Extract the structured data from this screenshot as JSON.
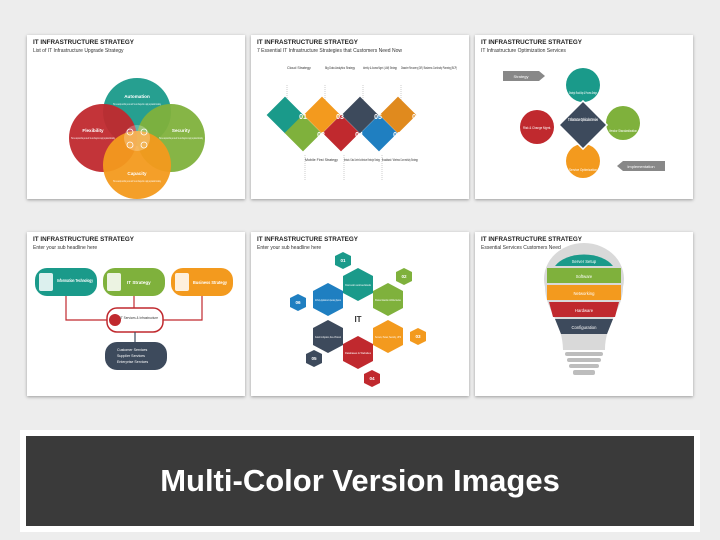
{
  "slides": [
    {
      "title": "IT INFRASTRUCTURE STRATEGY",
      "subtitle": "List of IT Infrastructure Upgrade Strategy",
      "circles": [
        {
          "label": "Automation",
          "text": "This is a sample text that you can edit. You can change font or apply any desired formatting.",
          "color": "#1a9a8a"
        },
        {
          "label": "Flexibility",
          "text": "This is a sample text that you can edit. You can change font or apply any desired formatting.",
          "color": "#c0292e"
        },
        {
          "label": "Security",
          "text": "This is a sample text that you can edit. You can change font or apply any desired formatting.",
          "color": "#7fb13c"
        },
        {
          "label": "Capacity",
          "text": "This is a sample text that you can edit. You can change font or apply any desired formatting.",
          "color": "#f39a1e"
        }
      ]
    },
    {
      "title": "IT INFRASTRUCTURE STRATEGY",
      "subtitle": "7 Essential IT Infrastructure Strategies that Customers Need Now",
      "top_labels": [
        "Cloud Strategy",
        "Big Data Analytics Strategy",
        "Identity & Access Mgmt. (IAM) Strategy",
        "Disaster Recovery (DR)/ Business Continuity Planning (BCP)"
      ],
      "bottom_labels": [
        "Mobile First Strategy",
        "Network / Data Centre Architecture Redesign Strategy",
        "Broadband / Wireless Connectivity Strategy"
      ],
      "pieces": [
        {
          "num": "01",
          "color": "#1a9a8a"
        },
        {
          "num": "02",
          "color": "#7fb13c"
        },
        {
          "num": "03",
          "color": "#f39a1e"
        },
        {
          "num": "04",
          "color": "#c0292e"
        },
        {
          "num": "05",
          "color": "#3d4a5c"
        },
        {
          "num": "06",
          "color": "#1f7fc1"
        },
        {
          "num": "07",
          "color": "#e08a1e"
        }
      ]
    },
    {
      "title": "IT INFRASTRUCTURE STRATEGY",
      "subtitle": "IT Infrastructure Optimization Services",
      "center": "IT Infrastructure Optimization Services",
      "strategy": "Strategy",
      "implementation": "Implementation",
      "nodes": [
        "Strategic Road Map & Process Design",
        "Vendor Standardization",
        "Service Optimization",
        "Risk & Change Mgmt."
      ]
    },
    {
      "title": "IT INFRASTRUCTURE STRATEGY",
      "subtitle": "Enter your sub headline here",
      "boxes": [
        "Information Technology",
        "IT Strategy",
        "Business Strategy"
      ],
      "middle": "IT Services & Infrastructure",
      "bottom": [
        "Customer Services",
        "Supplier Services",
        "Enterprise Services"
      ]
    },
    {
      "title": "IT INFRASTRUCTURE STRATEGY",
      "subtitle": "Enter your sub headline here",
      "center": "IT",
      "hexes": [
        {
          "num": "01",
          "text": "Virtual Local & Local Area Networks",
          "color": "#1a9a8a"
        },
        {
          "num": "02",
          "text": "Wireless Networks & Mobile Devices",
          "color": "#7fb13c"
        },
        {
          "num": "03",
          "text": "Servers, Power, Security, UPS",
          "color": "#f39a1e"
        },
        {
          "num": "04",
          "text": "Databases & Websites",
          "color": "#c0292e"
        },
        {
          "num": "05",
          "text": "Network Configuration, Fixes & Protocols",
          "color": "#3d4a5c"
        },
        {
          "num": "06",
          "text": "3rd Party Applications & Operating Systems",
          "color": "#1f7fc1"
        }
      ]
    },
    {
      "title": "IT INFRASTRUCTURE STRATEGY",
      "subtitle": "Essential Services Customers Need",
      "layers": [
        {
          "label": "Server Setup",
          "color": "#1a9a8a"
        },
        {
          "label": "Software",
          "color": "#7fb13c"
        },
        {
          "label": "Networking",
          "color": "#f39a1e"
        },
        {
          "label": "Hardware",
          "color": "#c0292e"
        },
        {
          "label": "Configuration",
          "color": "#3d4a5c"
        }
      ]
    }
  ],
  "banner": {
    "text": "Multi-Color Version Images"
  }
}
